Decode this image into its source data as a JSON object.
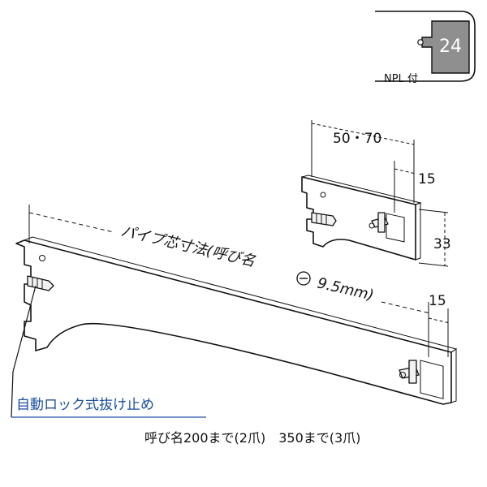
{
  "badge": {
    "number": "24",
    "caption": "NPL 付",
    "panel_color": "#8f8f8f",
    "number_color": "#ffffff"
  },
  "dimensions": {
    "small_width": "50・70",
    "small_inset": "15",
    "small_height": "33",
    "large_inset": "15",
    "pipe_center": "パイプ芯寸法(呼び名",
    "pipe_diameter": "9.5mm)"
  },
  "labels": {
    "auto_lock": "自動ロック式抜け止め",
    "size_note": "呼び名200まで(2爪)　350まで(3爪)",
    "accent_color": "#1a4fa0"
  }
}
